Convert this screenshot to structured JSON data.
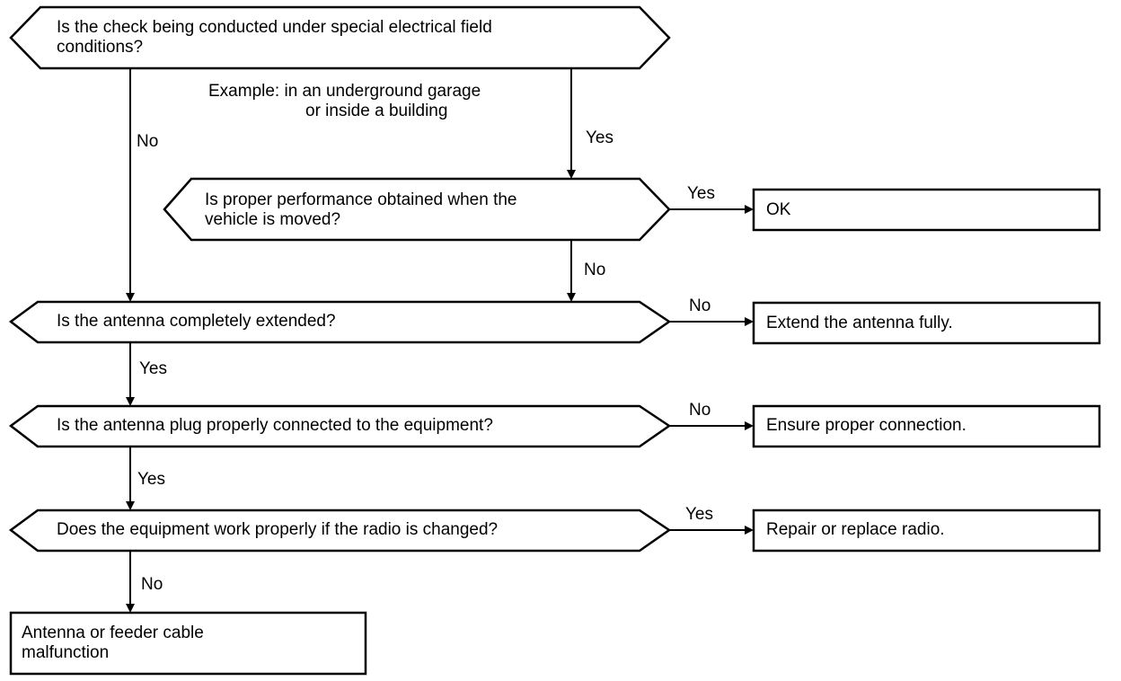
{
  "decisions": {
    "q1": {
      "line1": "Is the check being conducted under special electrical field",
      "line2": "conditions?"
    },
    "q2": {
      "line1": "Is proper performance obtained when the",
      "line2": "vehicle is moved?"
    },
    "q3": "Is the antenna completely extended?",
    "q4": "Is the antenna plug properly connected to the equipment?",
    "q5": "Does the equipment work properly if the radio is changed?"
  },
  "note": {
    "line1": "Example:  in an underground garage",
    "line2": "or inside a building"
  },
  "results": {
    "ok": "OK",
    "extend": "Extend the antenna fully.",
    "connection": "Ensure proper connection.",
    "radio": "Repair or replace radio.",
    "malfunction": {
      "line1": "Antenna or feeder cable",
      "line2": "malfunction"
    }
  },
  "edge_labels": {
    "q1_no": "No",
    "q1_yes": "Yes",
    "q2_yes": "Yes",
    "q2_no": "No",
    "q3_no": "No",
    "q3_yes": "Yes",
    "q4_no": "No",
    "q4_yes": "Yes",
    "q5_yes": "Yes",
    "q5_no": "No"
  }
}
